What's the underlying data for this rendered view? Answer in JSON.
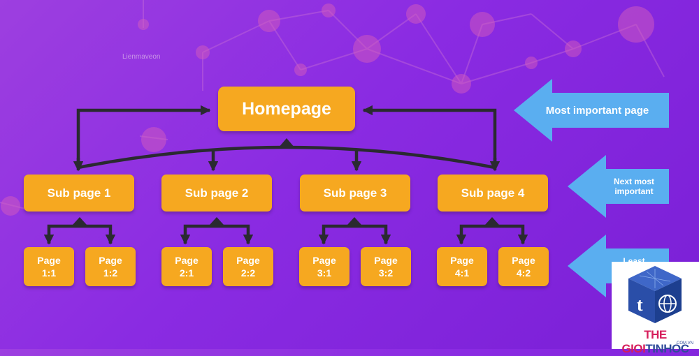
{
  "diagram": {
    "homepage": "Homepage",
    "subpages": [
      "Sub page 1",
      "Sub page 2",
      "Sub page 3",
      "Sub page 4"
    ],
    "pages": [
      "Page\n1:1",
      "Page\n1:2",
      "Page\n2:1",
      "Page\n2:2",
      "Page\n3:1",
      "Page\n3:2",
      "Page\n4:1",
      "Page\n4:2"
    ]
  },
  "legend": {
    "most": "Most important page",
    "next": "Next most\nimportant",
    "least": "Least\nimportant"
  },
  "background": {
    "faint_label": "Lienmaveon"
  },
  "logo": {
    "word1": "THE GIOI",
    "word2": "TINHOC",
    "domain": ".COM.VN",
    "letter": "t"
  },
  "colors": {
    "box": "#f6a820",
    "connector": "#2a2a30",
    "legend_arrow": "#5aaef0",
    "background": "#8a2be2"
  }
}
